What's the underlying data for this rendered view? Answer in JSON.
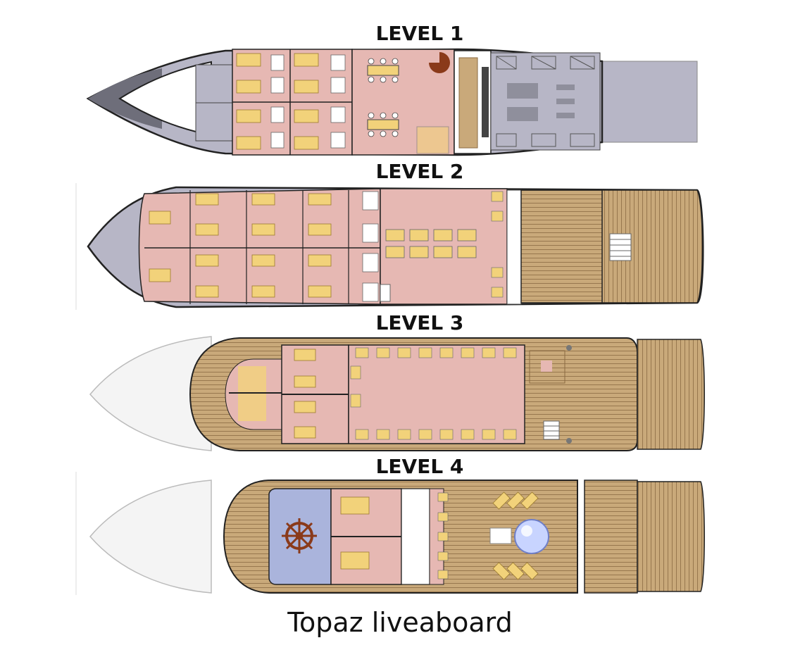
{
  "levels": [
    {
      "label": "LEVEL 1"
    },
    {
      "label": "LEVEL 2"
    },
    {
      "label": "LEVEL 3"
    },
    {
      "label": "LEVEL 4"
    }
  ],
  "caption": "Topaz liveaboard",
  "colors": {
    "cabin_floor": "#e6b8b3",
    "deck_wood": "#c9a97a",
    "deck_plank_line": "#8a6a42",
    "hull_grey": "#b7b6c6",
    "bow_dark": "#6e6e7a",
    "bed": "#f2d27a",
    "wheel_room": "#aab4dc",
    "wheel": "#8a3a1a",
    "pool": "#c8d4ff",
    "outline": "#222222"
  },
  "icons": [
    "ship-wheel-icon",
    "jacuzzi-icon",
    "sun-lounger-icon",
    "bed-icon",
    "table-icon",
    "stairs-icon"
  ]
}
